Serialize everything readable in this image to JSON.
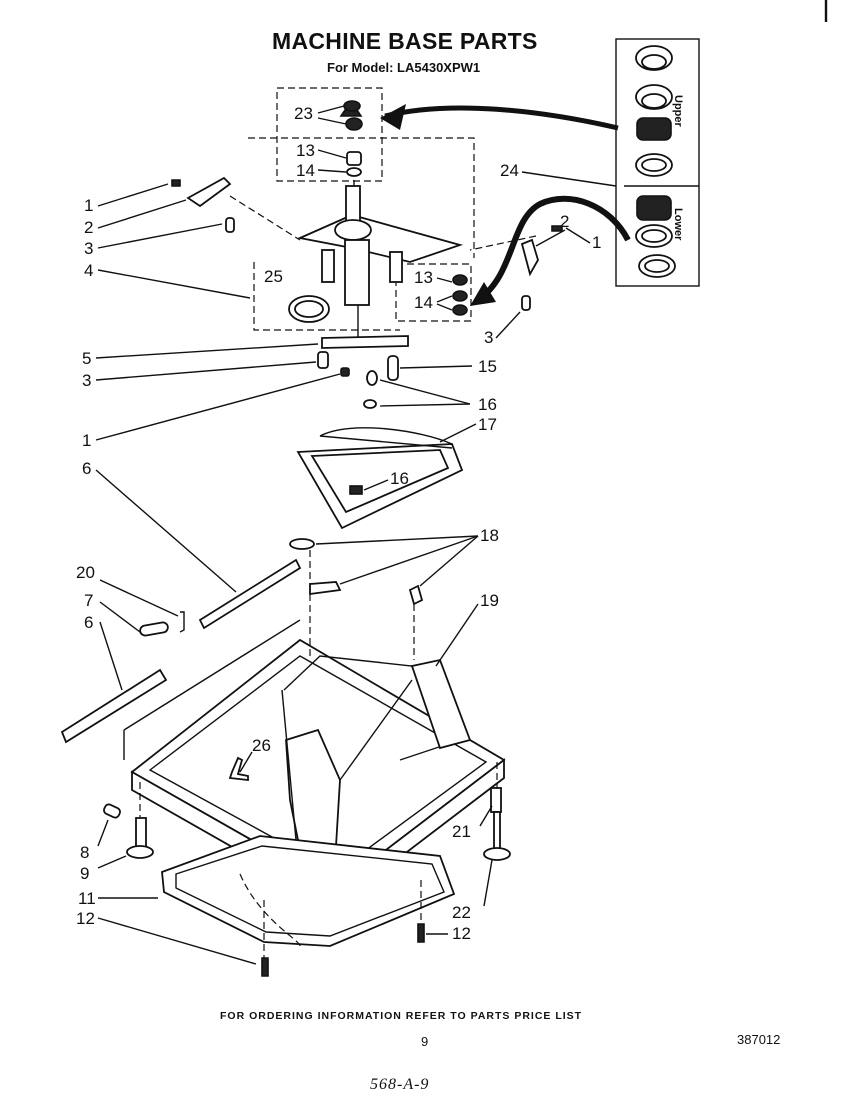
{
  "header": {
    "title": "MACHINE BASE PARTS",
    "subtitle": "For Model: LA5430XPW1"
  },
  "inset": {
    "upper_label": "Upper",
    "lower_label": "Lower"
  },
  "callouts": {
    "c1a": "1",
    "c2a": "2",
    "c3a": "3",
    "c4": "4",
    "c23": "23",
    "c13a": "13",
    "c14a": "14",
    "c24": "24",
    "c2b": "2",
    "c1b": "1",
    "c25": "25",
    "c13b": "13",
    "c14b": "14",
    "c3b": "3",
    "c5": "5",
    "c3c": "3",
    "c15": "15",
    "c16a": "16",
    "c1c": "1",
    "c17": "17",
    "c16b": "16",
    "c6a": "6",
    "c18": "18",
    "c20": "20",
    "c7": "7",
    "c19": "19",
    "c6b": "6",
    "c26": "26",
    "c8": "8",
    "c9": "9",
    "c21": "21",
    "c11": "11",
    "c22": "22",
    "c12a": "12",
    "c12b": "12"
  },
  "footer": {
    "note": "FOR ORDERING INFORMATION REFER TO PARTS PRICE LIST",
    "page_number": "9",
    "doc_number": "387012",
    "handwritten": "568-A-9"
  }
}
